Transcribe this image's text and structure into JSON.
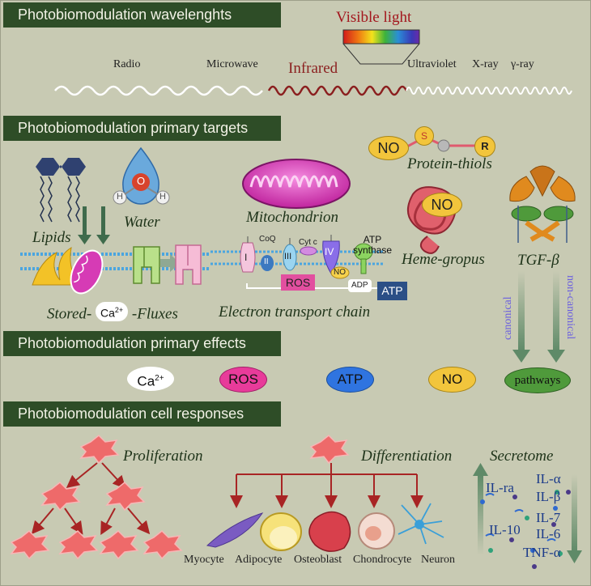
{
  "sections": {
    "wavelengths": "Photobiomodulation wavelenghts",
    "targets": "Photobiomodulation primary targets",
    "effects": "Photobiomodulation primary effects",
    "responses": "Photobiomodulation cell responses"
  },
  "spectrum": {
    "visible_light": "Visible light",
    "radio": "Radio",
    "microwave": "Microwave",
    "infrared": "Infrared",
    "ultraviolet": "Ultraviolet",
    "xray": "X-ray",
    "gamma": "γ-ray"
  },
  "targets": {
    "water": "Water",
    "water_o": "O",
    "water_h1": "H",
    "water_h2": "H",
    "lipids": "Lipids",
    "mitochondrion": "Mitochondrion",
    "protein_thiols": "Protein-thiols",
    "no_thiol": "NO",
    "s": "S",
    "r": "R",
    "heme_no": "NO",
    "heme": "Heme-gropus",
    "tgf": "TGF-β",
    "canonical": "canonical",
    "non_canonical": "non-canonical",
    "stored_prefix": "Stored-",
    "ca_label": "Ca",
    "ca_sup": "2+",
    "fluxes": "-Fluxes",
    "etc": "Electron transport chain",
    "etc_labels": {
      "c1": "I",
      "coq": "CoQ",
      "c2": "II",
      "c3": "III",
      "cytc": "Cyt c",
      "c4": "IV",
      "atp_syn": "ATP synthase",
      "no": "NO",
      "ros": "ROS",
      "adp": "ADP",
      "atp": "ATP"
    }
  },
  "effects": {
    "ca": "Ca",
    "ca_sup": "2+",
    "ros": "ROS",
    "atp": "ATP",
    "no": "NO",
    "pathways": "pathways"
  },
  "responses": {
    "proliferation": "Proliferation",
    "differentiation": "Differentiation",
    "secretome": "Secretome",
    "cells": [
      "Myocyte",
      "Adipocyte",
      "Osteoblast",
      "Chondrocyte",
      "Neuron"
    ],
    "cytokines_left": [
      "IL-ra",
      "IL-10"
    ],
    "cytokines_right": [
      "IL-α",
      "IL-β",
      "IL-7",
      "IL-6",
      "TNF-α"
    ]
  },
  "colors": {
    "banner": "#2e4d27",
    "background": "#c8cab3",
    "infrared": "#8b1f1f",
    "ros": "#e83b9a",
    "atp": "#2f74e0",
    "no": "#f2c53c",
    "pathways": "#4f9a3b"
  }
}
